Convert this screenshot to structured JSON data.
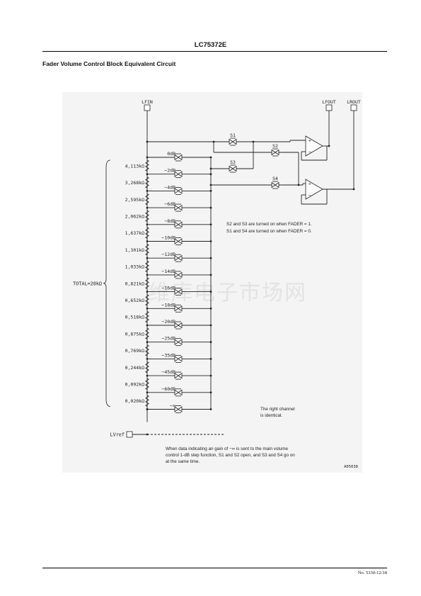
{
  "header": {
    "part_number": "LC75372E"
  },
  "section": {
    "title": "Fader Volume Control Block Equivalent Circuit"
  },
  "circuit": {
    "pins": {
      "input": "LFIN",
      "out1": "LFOUT",
      "out2": "LROUT",
      "ref": "LVref"
    },
    "switches": [
      "S1",
      "S2",
      "S3",
      "S4"
    ],
    "total_label": "TOTAL=20kΩ",
    "resistors": [
      "4,113kΩ",
      "3,268kΩ",
      "2,595kΩ",
      "2,062kΩ",
      "1,637kΩ",
      "1,301kΩ",
      "1,033kΩ",
      "0,821kΩ",
      "0,652kΩ",
      "0,518kΩ",
      "0,875kΩ",
      "0,769kΩ",
      "0,244kΩ",
      "0,092kΩ",
      "0,020kΩ"
    ],
    "taps": [
      "0dB",
      "−2dB",
      "−4dB",
      "−6dB",
      "−8dB",
      "−10dB",
      "−12dB",
      "−14dB",
      "−16dB",
      "−18dB",
      "−20dB",
      "−25dB",
      "−35dB",
      "−45dB",
      "−60dB",
      "−∞"
    ],
    "opamp_plus": "+",
    "opamp_minus": "−",
    "note_switch_1": "S2 and S3 are turned on when FADER = 1.",
    "note_switch_2": "S1 and S4 are turned on when FADER = 0.",
    "note_right_1": "The right channel",
    "note_right_2": "is identical.",
    "note_bottom_1": "When data indicating an gain of −∞ is sent to the main volume",
    "note_bottom_2": "control 1-dB step function, S1 and S2 open, and S3 and S4 go on",
    "note_bottom_3": "at the same time.",
    "figure_code": "A05038"
  },
  "watermark": "维库电子市场网",
  "footer": {
    "doc_number": "No. 5330-12/18"
  }
}
